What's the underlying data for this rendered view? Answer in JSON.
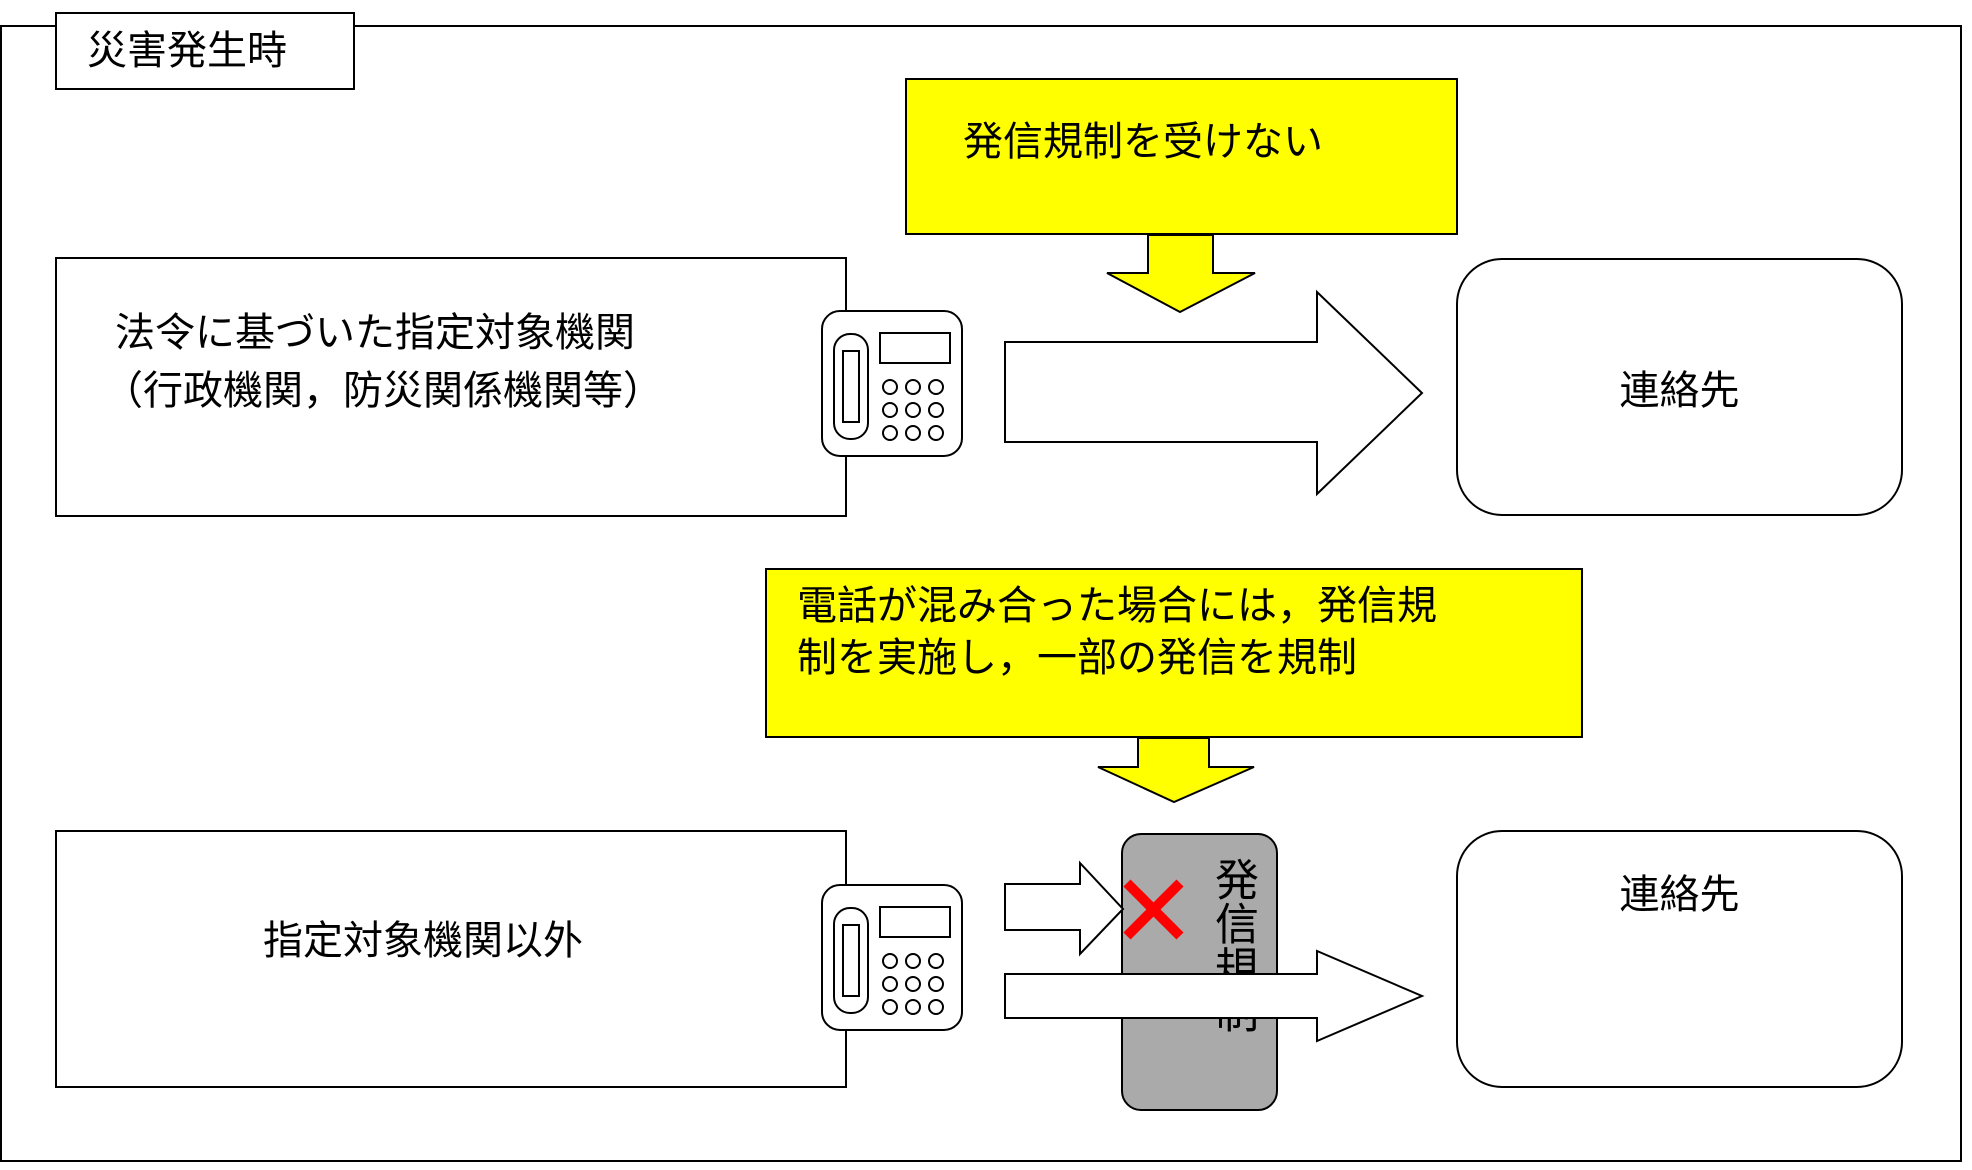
{
  "scene_label": "災害発生時",
  "callout_top": "発信規制を受けない",
  "callout_bottom": {
    "line1": "電話が混み合った場合には，発信規",
    "line2": "制を実施し，一部の発信を規制"
  },
  "designated_agencies": {
    "line1": "法令に基づいた指定対象機関",
    "line2": "（行政機関，防災関係機関等）"
  },
  "other_agencies": "指定対象機関以外",
  "destination_top": "連絡先",
  "destination_bottom": "連絡先",
  "restriction_gate": "発信規制",
  "colors": {
    "callout_fill": "#ffff00",
    "gate_fill": "#aaaaaa",
    "blocked_mark": "#ff0000"
  },
  "icons": [
    "phone-icon",
    "block-x-icon"
  ]
}
